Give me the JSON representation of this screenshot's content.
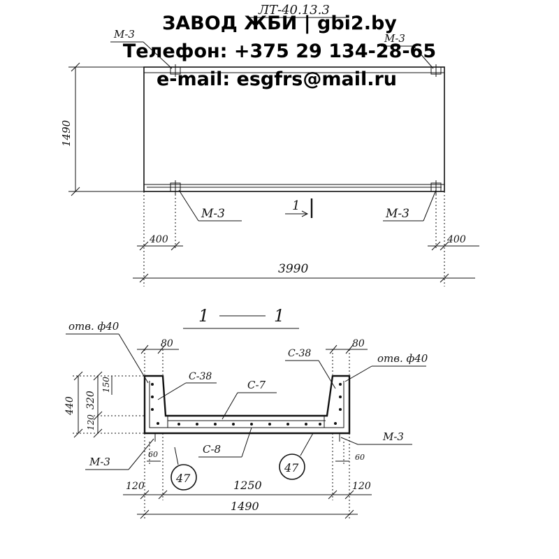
{
  "watermark": {
    "line1": "ЗАВОД ЖБИ | gbi2.by",
    "line2": "Телефон: +375 29 134-28-65",
    "line3": "e-mail: esgfrs@mail.ru"
  },
  "plan": {
    "title_mark": "ЛТ-40.13.3",
    "mark_m3": "М-3",
    "section_marker": "1",
    "dim_height": "1490",
    "dim_end_left": "400",
    "dim_end_right": "400",
    "dim_length": "3990"
  },
  "section": {
    "title_left": "1",
    "title_right": "1",
    "hole_label": "отв. ф40",
    "rebar_c38": "С-38",
    "rebar_c7": "С-7",
    "rebar_c8": "С-8",
    "mark_m3": "М-3",
    "dim_80": "80",
    "dim_440": "440",
    "dim_320": "320",
    "dim_150": "150",
    "dim_120": "120",
    "dim_60": "60",
    "dim_1250": "1250",
    "dim_1490": "1490",
    "circle_47": "47"
  }
}
